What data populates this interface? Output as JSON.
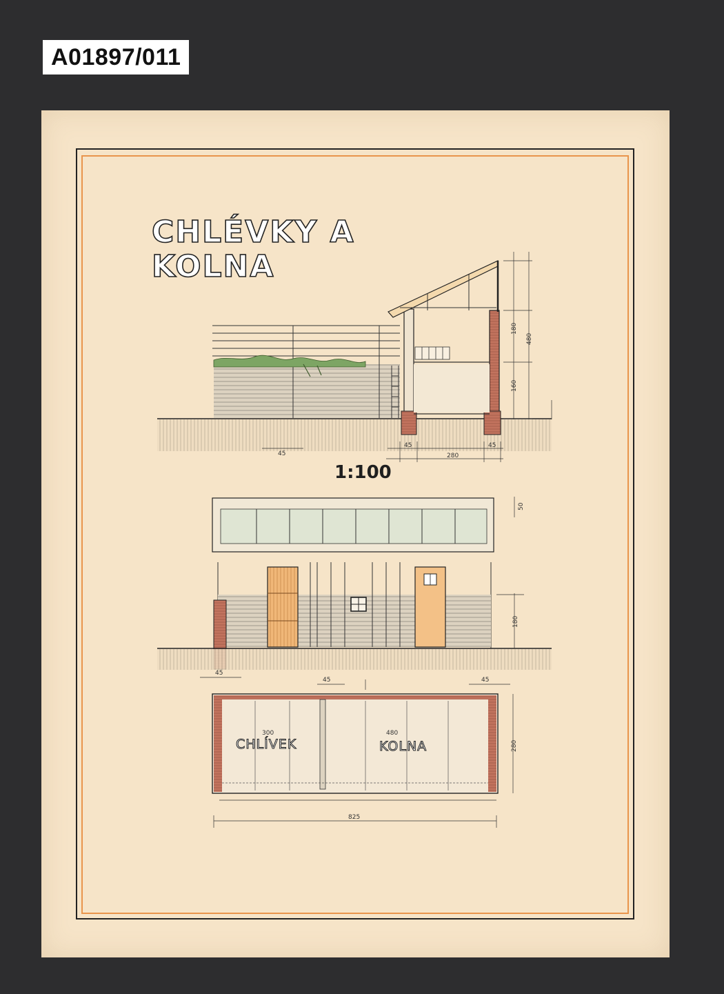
{
  "catalog_id": "A01897/011",
  "drawing": {
    "title_line1": "CHLÉVKY A",
    "title_line2": "KOLNA",
    "scale": "1:100",
    "rooms": {
      "left": "CHLÍVEK",
      "right": "KOLNA"
    },
    "dimensions": {
      "section_base_left": "45",
      "section_wall_left": "45",
      "section_span": "280",
      "section_wall_right": "45",
      "section_total_height": "480",
      "section_upper": "180",
      "section_lower": "160",
      "elevation_height": "180",
      "elevation_top": "50",
      "plan_base_left": "45",
      "plan_wall_mid": "45",
      "plan_wall_right": "45",
      "plan_width": "280",
      "plan_left_room": "300",
      "plan_right_room": "480",
      "plan_total": "825"
    }
  },
  "colors": {
    "sheet": "#f6e4c8",
    "frame_orange": "#e9954c",
    "brick": "#c2735e",
    "wood": "#f0b778",
    "planks": "#b9b3a4",
    "foliage": "#7da564"
  }
}
